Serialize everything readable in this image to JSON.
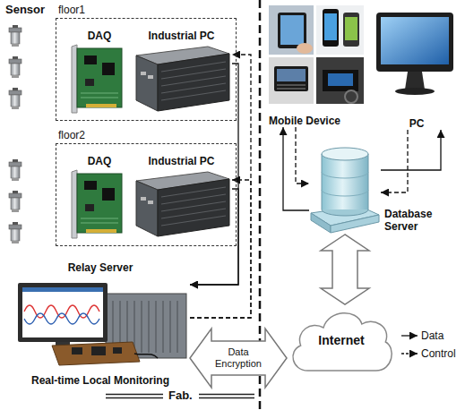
{
  "diagram": {
    "nodes": [
      {
        "text": [
          "floor1"
        ]
      },
      {
        "text": [
          "DAQ"
        ],
        "in": 0
      },
      {
        "text": [
          "Industrial PC"
        ],
        "in": 0
      },
      {
        "text": [
          "floor2"
        ]
      },
      {
        "text": [
          "DAQ"
        ],
        "in": 3
      },
      {
        "text": [
          "Industrial PC"
        ],
        "in": 3
      },
      {
        "text": [
          "Relay Server",
          "Real-time Local Monitoring"
        ]
      },
      {
        "text": [
          "Mobile Device"
        ]
      },
      {
        "text": [
          "PC"
        ]
      },
      {
        "text": [
          "Database Server"
        ]
      },
      {
        "text": [
          "Internet"
        ]
      }
    ],
    "edges": [
      {
        "from": 2,
        "to": 6,
        "arrow": "to"
      },
      {
        "from": 6,
        "to": 2,
        "arrow": "to"
      },
      {
        "from": 5,
        "to": 6,
        "arrow": "to"
      },
      {
        "from": 6,
        "to": 5,
        "arrow": "to"
      },
      {
        "from": 9,
        "to": 7,
        "arrow": "to"
      },
      {
        "from": 7,
        "to": 9,
        "arrow": "to"
      },
      {
        "from": 9,
        "to": 8,
        "arrow": "to"
      },
      {
        "from": 8,
        "to": 9,
        "arrow": "to"
      },
      {
        "from": 9,
        "to": 10,
        "arrow": "both"
      },
      {
        "from": 6,
        "to": 10,
        "label": "Data Encryption",
        "arrow": "both"
      }
    ],
    "labels": [
      "Sensor",
      "Fab."
    ],
    "legend": [
      {
        "text": "Data"
      },
      {
        "text": "Control"
      }
    ]
  }
}
